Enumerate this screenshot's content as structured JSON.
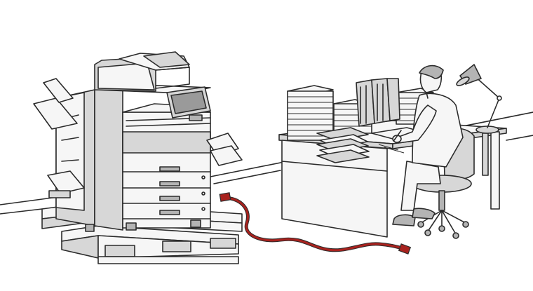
{
  "scene": {
    "colors": {
      "outline": "#2b2b2b",
      "fill_light": "#f6f6f6",
      "fill_mid": "#d7d7d7",
      "fill_dark": "#b4b4b4",
      "cable": "#a8221e"
    },
    "objects": [
      "multifunction-printer",
      "wooden-pallet",
      "network-cable",
      "office-desk",
      "paper-stacks",
      "document-trays",
      "magazine-file-holders",
      "desk-lamp",
      "office-worker",
      "office-chair"
    ]
  }
}
